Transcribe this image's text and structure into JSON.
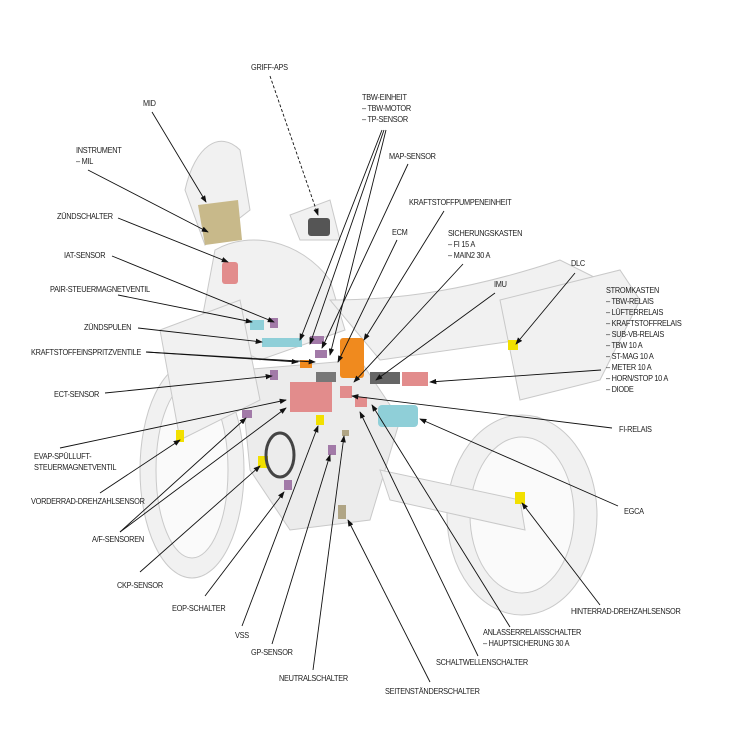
{
  "labels": {
    "griff_aps": "GRIFF-APS",
    "mid": "MID",
    "instrument": [
      "INSTRUMENT",
      "– MIL"
    ],
    "zuendschalter": "ZÜNDSCHALTER",
    "iat_sensor": "IAT-SENSOR",
    "pair": "PAIR-STEUERMAGNETVENTIL",
    "zuendspulen": "ZÜNDSPULEN",
    "einspritz": "KRAFTSTOFFEINSPRITZVENTILE",
    "ect_sensor": "ECT-SENSOR",
    "evap": [
      "EVAP-SPÜLLUFT-",
      "STEUERMAGNETVENTIL"
    ],
    "vorderrad": "VORDERRAD-DREHZAHLSENSOR",
    "af_sensoren": "A/F-SENSOREN",
    "ckp_sensor": "CKP-SENSOR",
    "eop_schalter": "EOP-SCHALTER",
    "vss": "VSS",
    "gp_sensor": "GP-SENSOR",
    "neutralschalter": "NEUTRALSCHALTER",
    "seitenstaender": "SEITENSTÄNDERSCHALTER",
    "schaltwelle": "SCHALTWELLENSCHALTER",
    "anlasser": [
      "ANLASSERRELAISSCHALTER",
      "– HAUPTSICHERUNG 30 A"
    ],
    "hinterrad": "HINTERRAD-DREHZAHLSENSOR",
    "egca": "EGCA",
    "fi_relais": "FI-RELAIS",
    "stromkasten": [
      "STROMKASTEN",
      "– TBW-RELAIS",
      "– LÜFTERRELAIS",
      "– KRAFTSTOFFRELAIS",
      "– SUB-VB-RELAIS",
      "– TBW 10 A",
      "– ST-MAG 10 A",
      "– METER 10 A",
      "– HORN/STOP 10 A",
      "– DIODE"
    ],
    "dlc": "DLC",
    "imu": "IMU",
    "sicherungskasten": [
      "SICHERUNGSKASTEN",
      "– FI 15 A",
      "– MAIN2 30 A"
    ],
    "ecm": "ECM",
    "pumpe": "KRAFTSTOFFPUMPENEINHEIT",
    "map_sensor": "MAP-SENSOR",
    "tbw": [
      "TBW-EINHEIT",
      "– TBW-MOTOR",
      "– TP-SENSOR"
    ]
  },
  "component_colors": {
    "instrument": "#c8b98a",
    "relay": "#e28c8c",
    "coil": "#8fcfd8",
    "sensor": "#a27aa8",
    "switch": "#f2e000",
    "ecm": "#f08a1e",
    "sidestand": "#b0a585",
    "line": "#111111"
  }
}
